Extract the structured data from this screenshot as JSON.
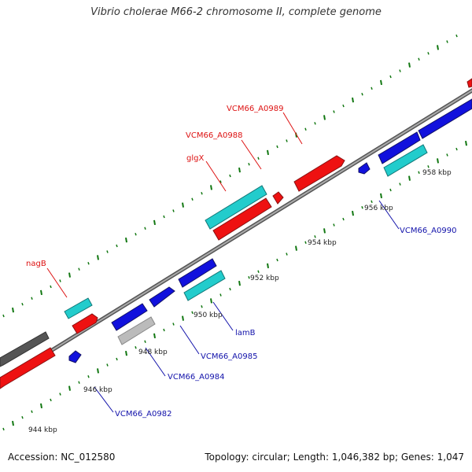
{
  "title": "Vibrio cholerae M66-2 chromosome II, complete genome",
  "footer": {
    "accession": "Accession: NC_012580",
    "summary": "Topology: circular; Length: 1,046,382 bp; Genes: 1,047"
  },
  "colors": {
    "forward_strand": "#ee1111",
    "reverse_strand": "#1111dd",
    "cyan_genes": "#22cccc",
    "grey_genes": "#bbbbbb",
    "dark_grey": "#666666",
    "axis": "#777777",
    "ticks": "#117711",
    "label_red": "#dd1111",
    "label_blue": "#1111aa"
  },
  "position_ticks": [
    "944 kbp",
    "946 kbp",
    "948 kbp",
    "950 kbp",
    "952 kbp",
    "954 kbp",
    "956 kbp",
    "958 kbp"
  ],
  "gene_labels_upper": [
    "nagB",
    "glgX",
    "VCM66_A0988",
    "VCM66_A0989"
  ],
  "gene_labels_lower": [
    "VCM66_A0982",
    "VCM66_A0984",
    "VCM66_A0985",
    "lamB",
    "VCM66_A0990"
  ]
}
